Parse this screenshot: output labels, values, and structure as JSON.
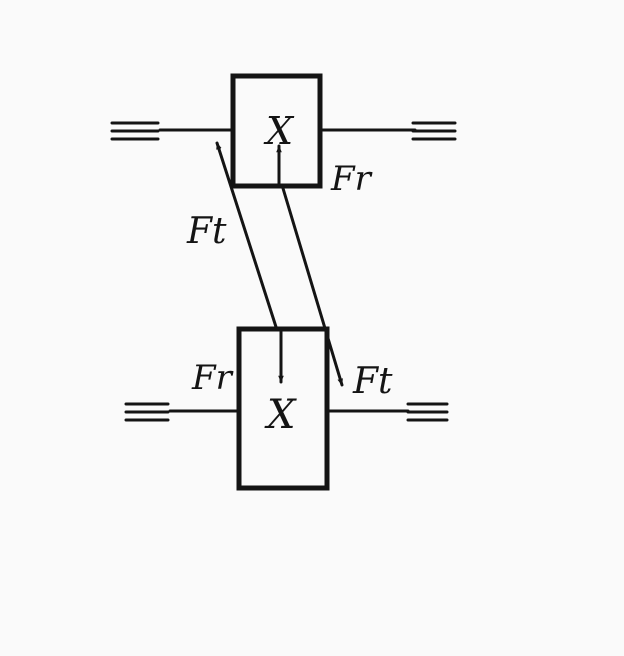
{
  "gear_top": {
    "symbol": "X",
    "forces": {
      "radial": "Fr",
      "tangential": "Ft"
    }
  },
  "gear_bottom": {
    "symbol": "X",
    "forces": {
      "radial": "Fr",
      "tangential": "Ft"
    }
  },
  "colors": {
    "ink": "#141414",
    "paper": "#fafafa"
  }
}
